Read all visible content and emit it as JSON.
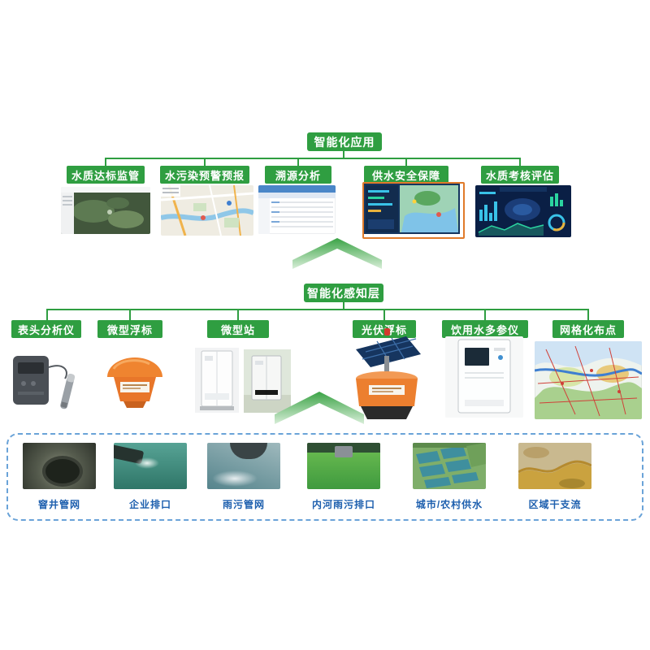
{
  "app_layer": {
    "title": "智能化应用",
    "items": [
      {
        "label": "水质达标监管"
      },
      {
        "label": "水污染预警预报"
      },
      {
        "label": "溯源分析"
      },
      {
        "label": "供水安全保障"
      },
      {
        "label": "水质考核评估"
      }
    ]
  },
  "sense_layer": {
    "title": "智能化感知层",
    "items": [
      {
        "label": "表头分析仪"
      },
      {
        "label": "微型浮标"
      },
      {
        "label": "微型站"
      },
      {
        "label": "光伏浮标"
      },
      {
        "label": "饮用水多参仪"
      },
      {
        "label": "网格化布点"
      }
    ]
  },
  "source_layer": {
    "items": [
      {
        "label": "窨井管网"
      },
      {
        "label": "企业排口"
      },
      {
        "label": "雨污管网"
      },
      {
        "label": "内河雨污排口"
      },
      {
        "label": "城市/农村供水"
      },
      {
        "label": "区域干支流"
      }
    ]
  },
  "colors": {
    "accent_green": "#2f9e41",
    "label_blue": "#1d5fae",
    "dashed_blue": "#6aa3d8",
    "highlight_orange": "#e07b2a"
  }
}
